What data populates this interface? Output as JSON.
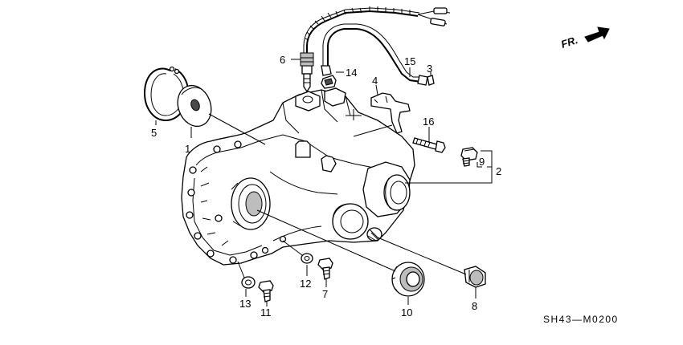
{
  "diagram": {
    "direction_label": "FR.",
    "diagram_code": "SH43—M0200",
    "callouts": [
      "1",
      "2",
      "3",
      "4",
      "5",
      "6",
      "7",
      "8",
      "9",
      "10",
      "11",
      "12",
      "13",
      "14",
      "15",
      "16"
    ]
  }
}
